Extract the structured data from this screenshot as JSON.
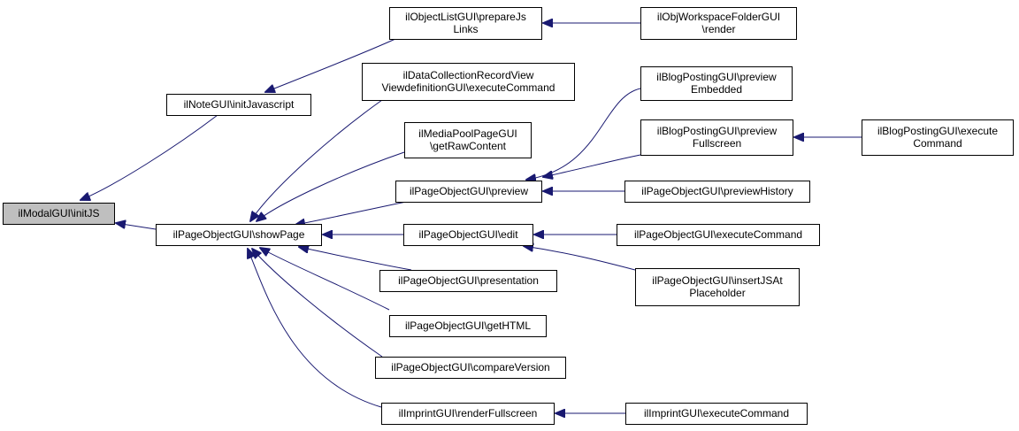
{
  "colors": {
    "edge": "#191970",
    "node_border": "#000000",
    "node_fill": "#ffffff",
    "root_fill": "#bfbfbf",
    "text": "#000000"
  },
  "nodes": [
    {
      "id": "modal_initjs",
      "lines": [
        "ilModalGUI\\initJS"
      ],
      "root": true
    },
    {
      "id": "note_initjavascript",
      "lines": [
        "ilNoteGUI\\initJavascript"
      ]
    },
    {
      "id": "page_showpage",
      "lines": [
        "ilPageObjectGUI\\showPage"
      ]
    },
    {
      "id": "objlist_preparejslinks",
      "lines": [
        "ilObjectListGUI\\prepareJs",
        "Links"
      ]
    },
    {
      "id": "datacollection_executecommand",
      "lines": [
        "ilDataCollectionRecordView",
        "ViewdefinitionGUI\\executeCommand"
      ]
    },
    {
      "id": "mediapool_getrawcontent",
      "lines": [
        "ilMediaPoolPageGUI",
        "\\getRawContent"
      ]
    },
    {
      "id": "page_preview",
      "lines": [
        "ilPageObjectGUI\\preview"
      ]
    },
    {
      "id": "page_edit",
      "lines": [
        "ilPageObjectGUI\\edit"
      ]
    },
    {
      "id": "page_presentation",
      "lines": [
        "ilPageObjectGUI\\presentation"
      ]
    },
    {
      "id": "page_gethtml",
      "lines": [
        "ilPageObjectGUI\\getHTML"
      ]
    },
    {
      "id": "page_compareversion",
      "lines": [
        "ilPageObjectGUI\\compareVersion"
      ]
    },
    {
      "id": "imprint_renderfullscreen",
      "lines": [
        "ilImprintGUI\\renderFullscreen"
      ]
    },
    {
      "id": "workspacefolder_render",
      "lines": [
        "ilObjWorkspaceFolderGUI",
        "\\render"
      ]
    },
    {
      "id": "blog_previewembedded",
      "lines": [
        "ilBlogPostingGUI\\preview",
        "Embedded"
      ]
    },
    {
      "id": "blog_previewfullscreen",
      "lines": [
        "ilBlogPostingGUI\\preview",
        "Fullscreen"
      ]
    },
    {
      "id": "page_previewhistory",
      "lines": [
        "ilPageObjectGUI\\previewHistory"
      ]
    },
    {
      "id": "page_executecommand",
      "lines": [
        "ilPageObjectGUI\\executeCommand"
      ]
    },
    {
      "id": "page_insertjsatplaceholder",
      "lines": [
        "ilPageObjectGUI\\insertJSAt",
        "Placeholder"
      ]
    },
    {
      "id": "imprint_executecommand",
      "lines": [
        "ilImprintGUI\\executeCommand"
      ]
    },
    {
      "id": "blog_executecommand",
      "lines": [
        "ilBlogPostingGUI\\execute",
        "Command"
      ]
    }
  ],
  "edges": [
    {
      "from": "note_initjavascript",
      "to": "modal_initjs"
    },
    {
      "from": "page_showpage",
      "to": "modal_initjs"
    },
    {
      "from": "objlist_preparejslinks",
      "to": "note_initjavascript"
    },
    {
      "from": "workspacefolder_render",
      "to": "objlist_preparejslinks"
    },
    {
      "from": "datacollection_executecommand",
      "to": "page_showpage"
    },
    {
      "from": "mediapool_getrawcontent",
      "to": "page_showpage"
    },
    {
      "from": "page_preview",
      "to": "page_showpage"
    },
    {
      "from": "page_edit",
      "to": "page_showpage"
    },
    {
      "from": "page_presentation",
      "to": "page_showpage"
    },
    {
      "from": "page_gethtml",
      "to": "page_showpage"
    },
    {
      "from": "page_compareversion",
      "to": "page_showpage"
    },
    {
      "from": "imprint_renderfullscreen",
      "to": "page_showpage"
    },
    {
      "from": "blog_previewembedded",
      "to": "page_preview"
    },
    {
      "from": "blog_previewfullscreen",
      "to": "page_preview"
    },
    {
      "from": "page_previewhistory",
      "to": "page_preview"
    },
    {
      "from": "page_executecommand",
      "to": "page_edit"
    },
    {
      "from": "page_insertjsatplaceholder",
      "to": "page_edit"
    },
    {
      "from": "blog_executecommand",
      "to": "blog_previewfullscreen"
    },
    {
      "from": "imprint_executecommand",
      "to": "imprint_renderfullscreen"
    }
  ]
}
